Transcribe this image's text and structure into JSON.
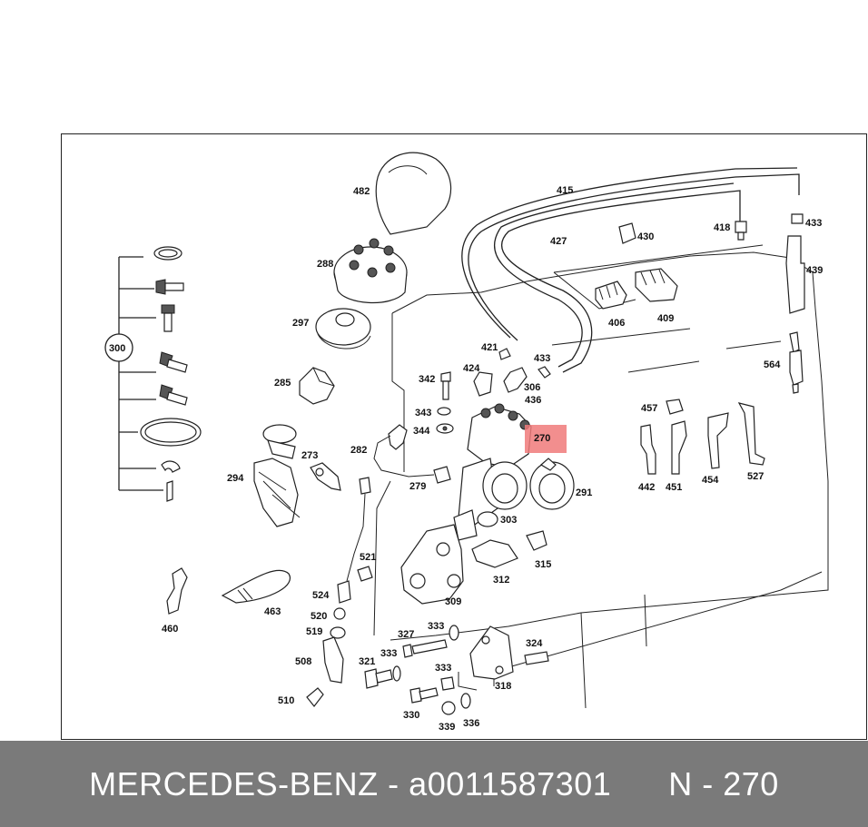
{
  "footer": {
    "brand": "MERCEDES-BENZ",
    "separator": " - ",
    "part_number": "a0011587301",
    "position_prefix": "N - ",
    "position": "270"
  },
  "highlight_color": "#f07a7a",
  "labels": {
    "l482": "482",
    "l288": "288",
    "l297": "297",
    "l285": "285",
    "l273": "273",
    "l294": "294",
    "l300": "300",
    "l342": "342",
    "l343": "343",
    "l344": "344",
    "l282": "282",
    "l279": "279",
    "l421": "421",
    "l424": "424",
    "l433a": "433",
    "l306": "306",
    "l436": "436",
    "l270": "270",
    "l291": "291",
    "l303": "303",
    "l312": "312",
    "l315": "315",
    "l309": "309",
    "l415": "415",
    "l427": "427",
    "l430": "430",
    "l418": "418",
    "l433b": "433",
    "l439": "439",
    "l406": "406",
    "l409": "409",
    "l564": "564",
    "l457": "457",
    "l442": "442",
    "l451": "451",
    "l454": "454",
    "l527": "527",
    "l460": "460",
    "l463": "463",
    "l521": "521",
    "l524": "524",
    "l520": "520",
    "l519": "519",
    "l508": "508",
    "l510": "510",
    "l327": "327",
    "l333a": "333",
    "l333b": "333",
    "l333c": "333",
    "l321": "321",
    "l330": "330",
    "l339": "339",
    "l336": "336",
    "l318": "318",
    "l324": "324"
  }
}
